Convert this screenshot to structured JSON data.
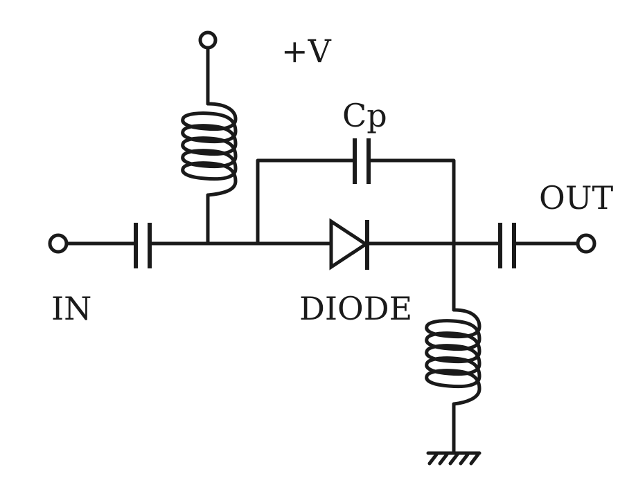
{
  "labels": {
    "supply": "+V",
    "feedback_capacitor": "Cp",
    "output": "OUT",
    "input": "IN",
    "diode": "DIODE"
  },
  "colors": {
    "ink": "#1a1a1a",
    "background": "#ffffff"
  }
}
